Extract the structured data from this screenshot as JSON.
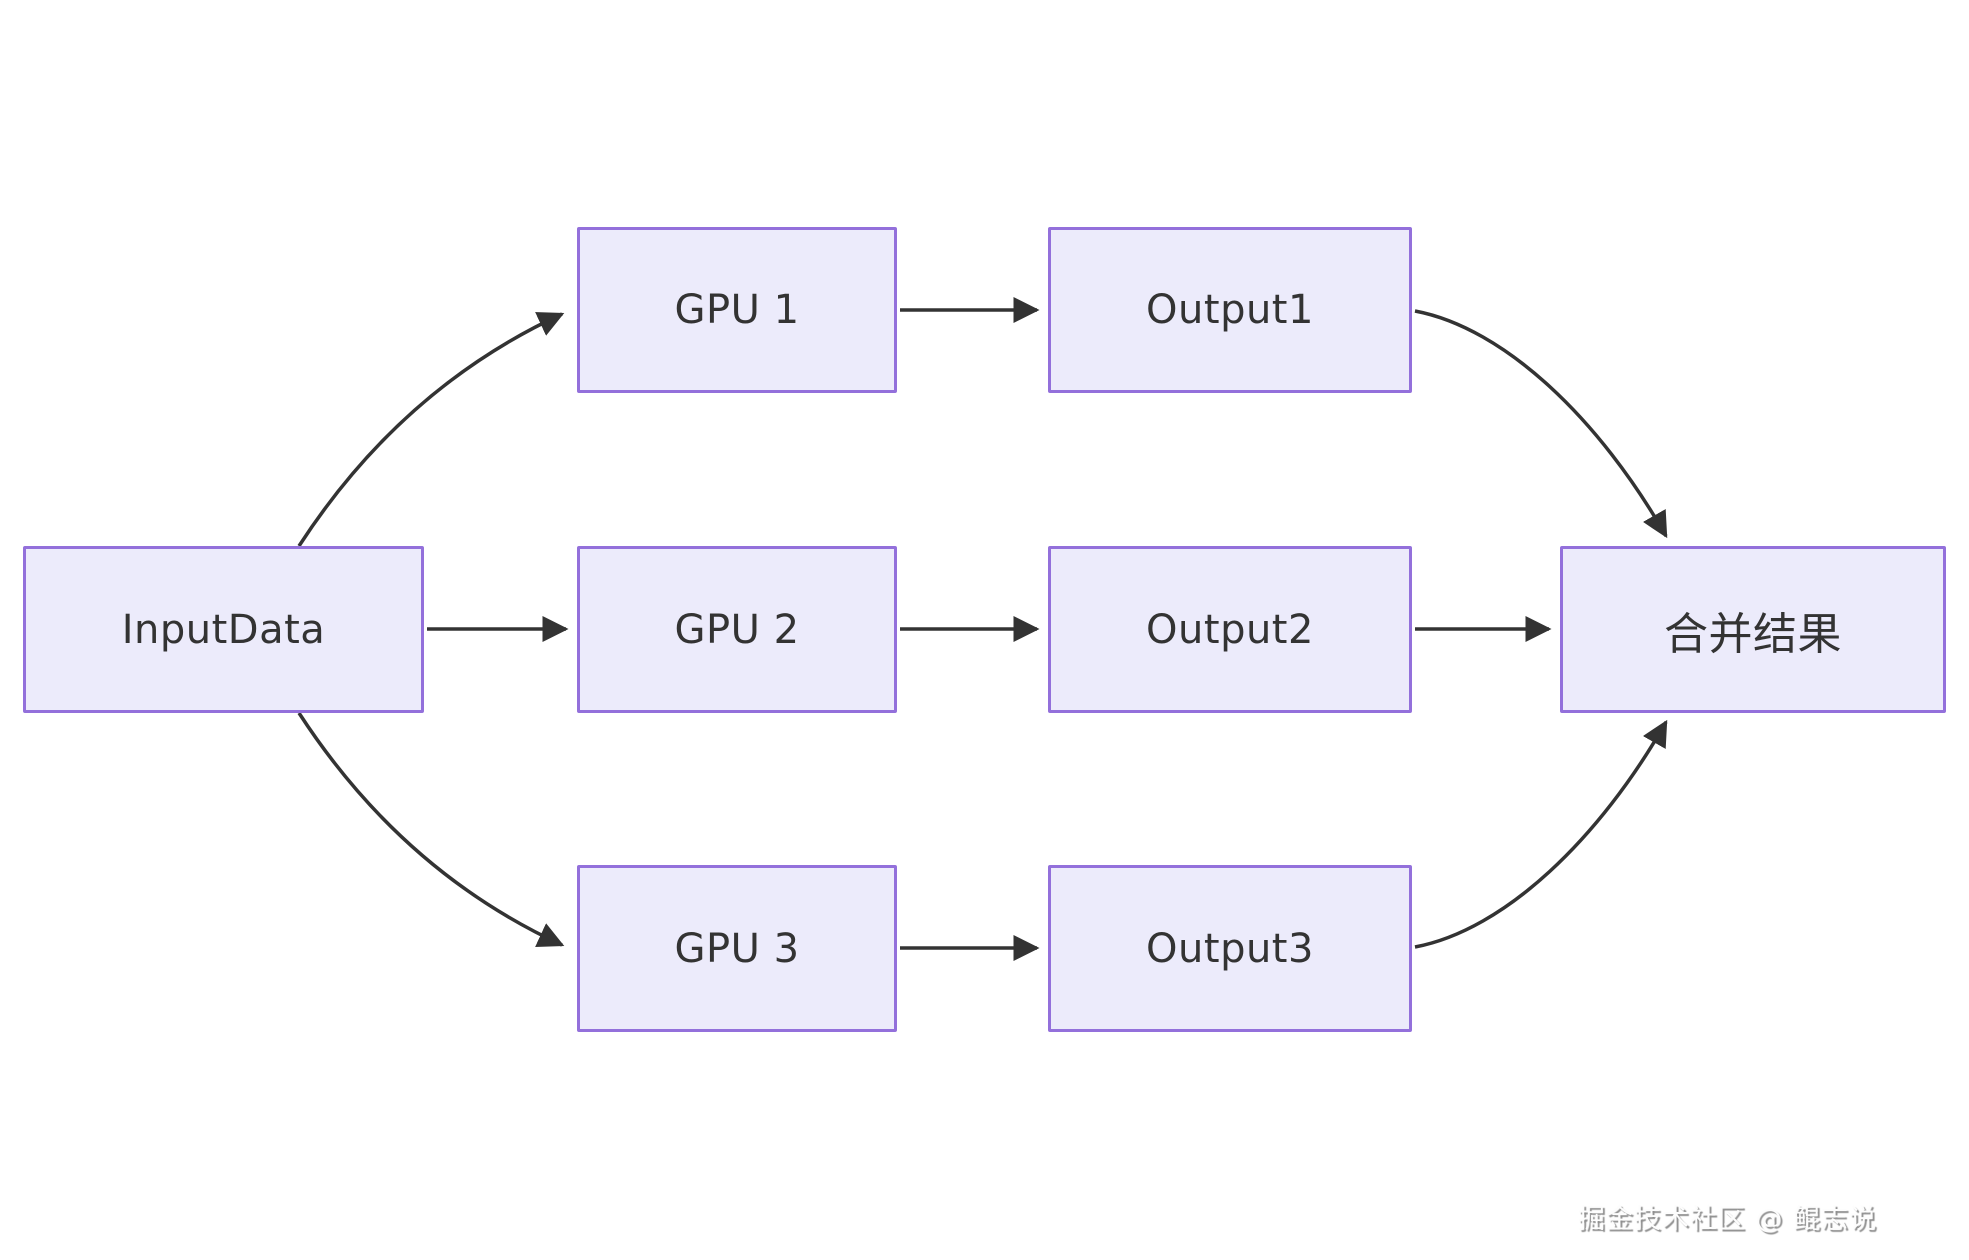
{
  "diagram": {
    "type": "flowchart",
    "direction": "left-to-right",
    "colors": {
      "background": "#ffffff",
      "node_fill": "#ECEBFB",
      "node_border": "#9370DB",
      "node_text": "#333333",
      "edge_stroke": "#333333"
    },
    "nodes": [
      {
        "id": "input",
        "label": "InputData"
      },
      {
        "id": "gpu1",
        "label": "GPU 1"
      },
      {
        "id": "gpu2",
        "label": "GPU 2"
      },
      {
        "id": "gpu3",
        "label": "GPU 3"
      },
      {
        "id": "output1",
        "label": "Output1"
      },
      {
        "id": "output2",
        "label": "Output2"
      },
      {
        "id": "output3",
        "label": "Output3"
      },
      {
        "id": "merge",
        "label": "合并结果"
      }
    ],
    "edges": [
      {
        "from": "input",
        "to": "gpu1"
      },
      {
        "from": "input",
        "to": "gpu2"
      },
      {
        "from": "input",
        "to": "gpu3"
      },
      {
        "from": "gpu1",
        "to": "output1"
      },
      {
        "from": "gpu2",
        "to": "output2"
      },
      {
        "from": "gpu3",
        "to": "output3"
      },
      {
        "from": "output1",
        "to": "merge"
      },
      {
        "from": "output2",
        "to": "merge"
      },
      {
        "from": "output3",
        "to": "merge"
      }
    ]
  },
  "watermark": {
    "text": "掘金技术社区 @ 鲲志说"
  }
}
